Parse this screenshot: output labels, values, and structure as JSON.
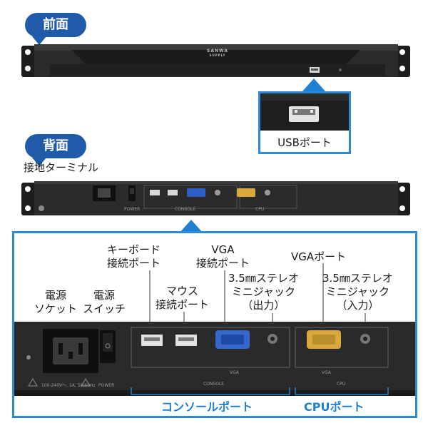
{
  "sections": {
    "front": "前面",
    "back": "背面"
  },
  "front": {
    "brand": "SANWA",
    "brand_sub": "SUPPLY",
    "usb_label": "USBポート"
  },
  "back": {
    "ground_label": "接地ターミナル",
    "console_small": "CONSOLE",
    "cpu_small": "CPU",
    "power_small": "POWER",
    "vga_small": "VGA",
    "rating": "100-240V〜, 1A, 50/60Hz"
  },
  "callouts": {
    "power_socket": "電源\nソケット",
    "power_switch": "電源\nスイッチ",
    "keyboard_port": "キーボード\n接続ポート",
    "mouse_port": "マウス\n接続ポート",
    "vga_console": "VGA\n接続ポート",
    "audio_out": "3.5㎜ステレオ\nミニジャック\n（出力）",
    "vga_cpu": "VGAポート",
    "audio_in": "3.5㎜ステレオ\nミニジャック\n（入力）"
  },
  "groups": {
    "console": "コンソールポート",
    "cpu": "CPUポート"
  },
  "colors": {
    "accent": "#1f5ba8",
    "bracket": "#1f7fd3",
    "panel": "#2b2b2b"
  }
}
